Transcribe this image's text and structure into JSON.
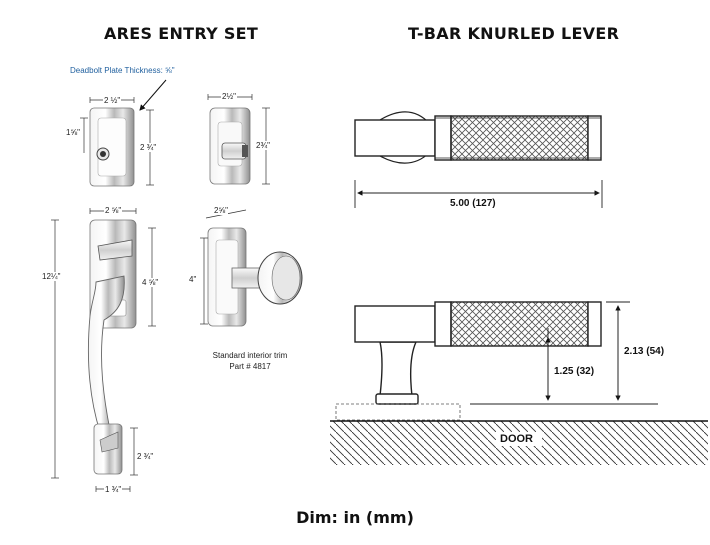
{
  "left_title": "ARES ENTRY SET",
  "right_title": "T-BAR KNURLED LEVER",
  "deadbolt_note": "Deadbolt Plate Thickness: ⅝\"",
  "dims": {
    "deadbolt_width": "2 ½\"",
    "deadbolt_height": "2 ¾\"",
    "cylinder_offset": "1⅝\"",
    "trim_top_width": "2½\"",
    "trim_top_height": "2¾\"",
    "handle_plate_width": "2 ⅝\"",
    "handle_plate_height": "4 ⅝\"",
    "overall_height": "12¼\"",
    "bottom_plate_height": "2 ¾\"",
    "bottom_plate_width": "1 ¾\"",
    "interior_width": "2⅝\"",
    "interior_height": "4\""
  },
  "interior_caption_line1": "Standard interior trim",
  "interior_caption_line2": "Part # 4817",
  "lever_length": "5.00 (127)",
  "lever_projection": "2.13 (54)",
  "lever_axis_height": "1.25 (32)",
  "door_label": "DOOR",
  "footer": "Dim: in (mm)"
}
